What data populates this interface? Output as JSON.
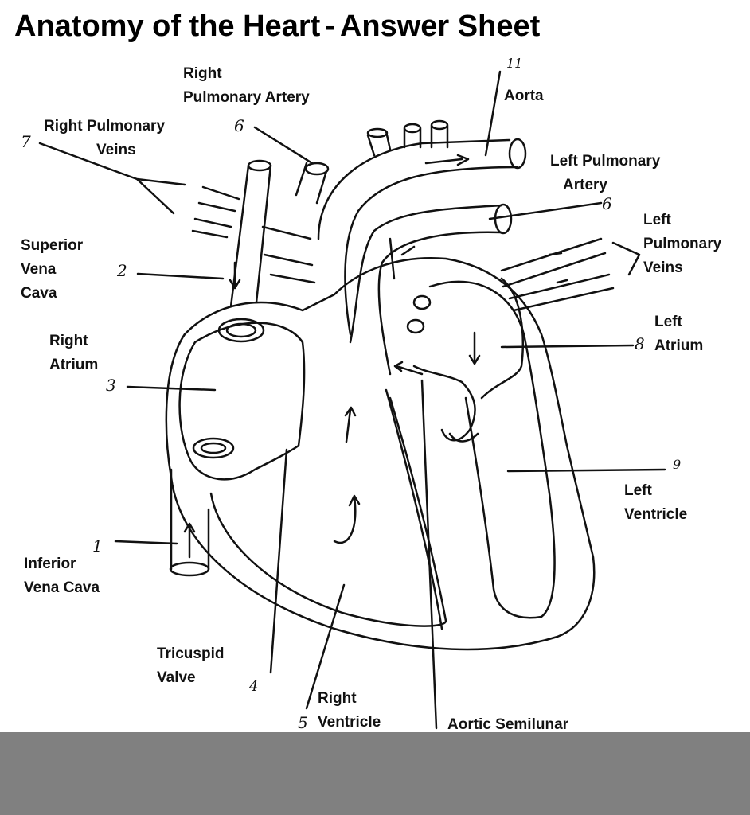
{
  "title": {
    "main": "Anatomy of the Heart",
    "separator": "-",
    "sub": "Answer Sheet"
  },
  "labels": {
    "right_pulmonary_artery": {
      "line1": "Right",
      "line2": "Pulmonary Artery",
      "number": "6"
    },
    "aorta": {
      "line1": "Aorta",
      "number": "11"
    },
    "right_pulmonary_veins": {
      "line1": "Right Pulmonary",
      "line2": "Veins",
      "number": "7"
    },
    "left_pulmonary_artery": {
      "line1": "Left Pulmonary",
      "line2": "Artery",
      "number": "6"
    },
    "left_pulmonary_veins": {
      "line1": "Left",
      "line2": "Pulmonary",
      "line3": "Veins"
    },
    "superior_vena_cava": {
      "line1": "Superior",
      "line2": "Vena",
      "line3": "Cava",
      "number": "2"
    },
    "right_atrium": {
      "line1": "Right",
      "line2": "Atrium",
      "number": "3"
    },
    "left_atrium": {
      "line1": "Left",
      "line2": "Atrium",
      "number": "8"
    },
    "left_ventricle": {
      "line1": "Left",
      "line2": "Ventricle",
      "number": "9"
    },
    "inferior_vena_cava": {
      "line1": "Inferior",
      "line2": "Vena Cava",
      "number": "1"
    },
    "tricuspid_valve": {
      "line1": "Tricuspid",
      "line2": "Valve",
      "number": "4"
    },
    "right_ventricle": {
      "line1": "Right",
      "line2": "Ventricle",
      "number": "5"
    },
    "aortic_semilunar": {
      "line1": "Aortic Semilunar"
    }
  },
  "colors": {
    "footer": "#808080",
    "ink": "#111111"
  }
}
